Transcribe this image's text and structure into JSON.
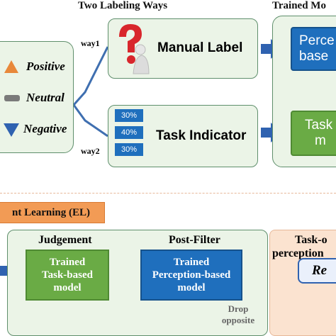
{
  "top": {
    "labeling_title": "Two Labeling Ways",
    "trained_title": "Trained Mo",
    "way1": "way1",
    "way2": "way2",
    "sentiments": [
      {
        "label": "Positive",
        "color": "#e8883a"
      },
      {
        "label": "Neutral",
        "color": "#7a7a7a"
      },
      {
        "label": "Negative",
        "color": "#2f62b0"
      }
    ],
    "manual_label": "Manual Label",
    "task_indicator": "Task Indicator",
    "percents": [
      "30%",
      "40%",
      "30%"
    ],
    "blue_model": [
      "Perce",
      "base"
    ],
    "green_model": [
      "Task",
      "m"
    ]
  },
  "bottom": {
    "section_title": "nt Learning (EL)",
    "judgement": "Judgement",
    "post_filter": "Post-Filter",
    "task_model": [
      "Trained",
      "Task-based",
      "model"
    ],
    "perception_model": [
      "Trained",
      "Perception-based",
      "model"
    ],
    "drop": [
      "Drop",
      "opposite"
    ],
    "task_o": [
      "Task-o",
      "perception"
    ],
    "re": "Re"
  },
  "colors": {
    "panel_green": "#ebf4e7",
    "border_green": "#5f8f6c",
    "blue": "#1f6fbd",
    "green": "#6aab45",
    "orange": "#f29b55",
    "peach": "#fbe3d0"
  }
}
